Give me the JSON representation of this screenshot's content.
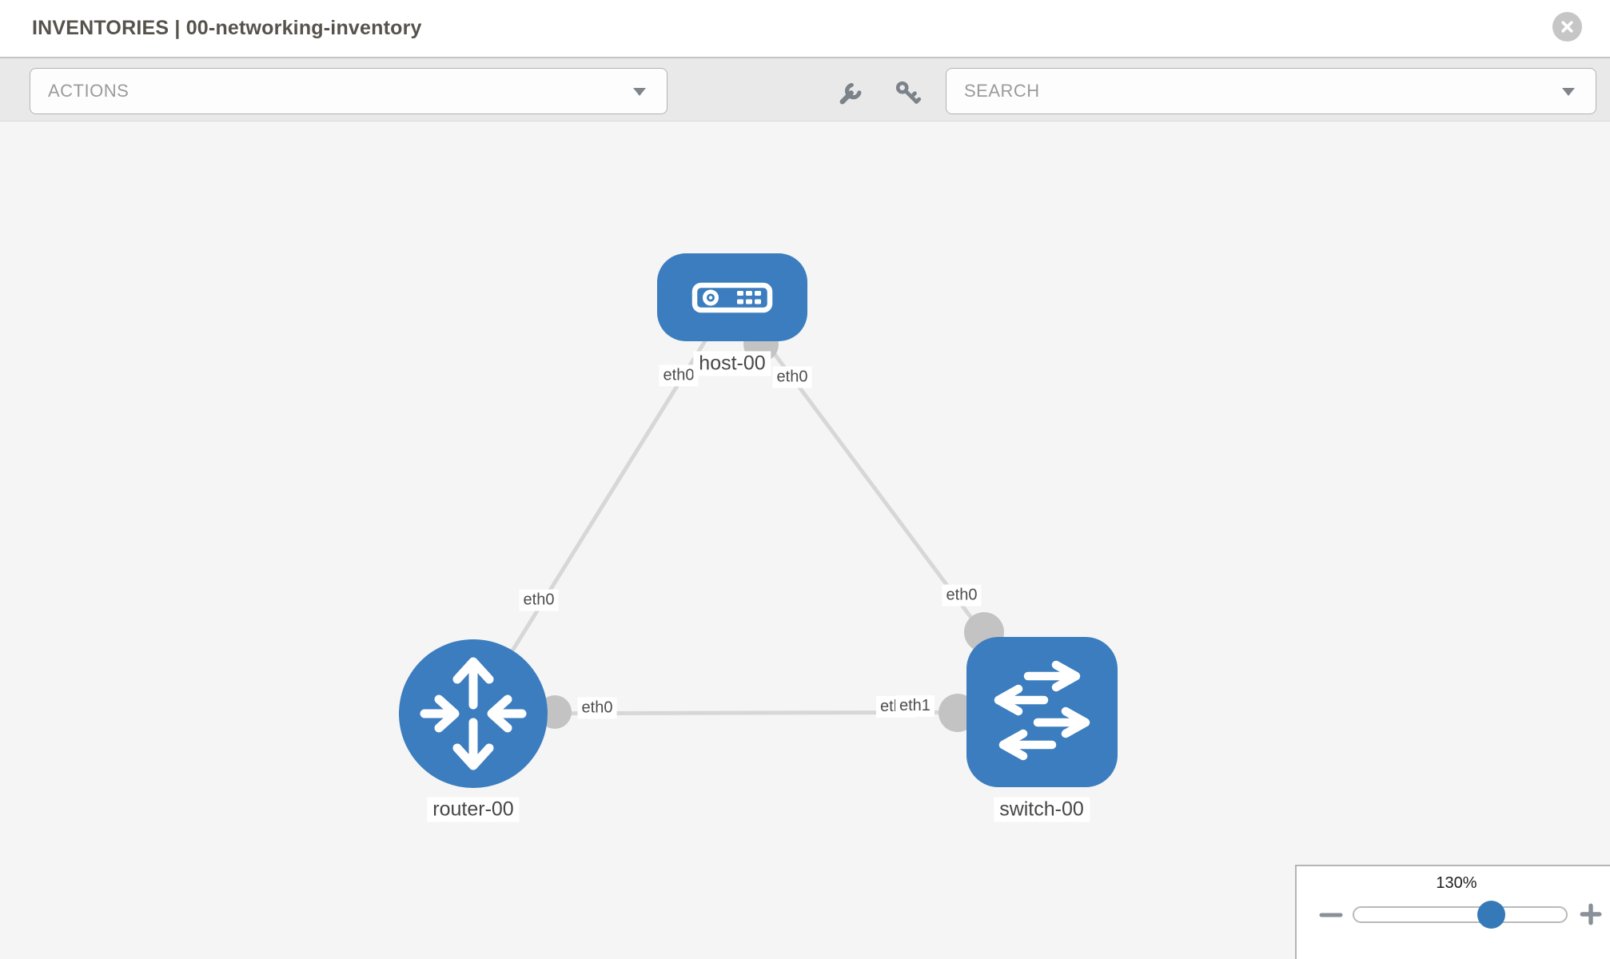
{
  "header": {
    "title": "INVENTORIES | 00-networking-inventory"
  },
  "toolbar": {
    "actions_label": "ACTIONS",
    "search_label": "SEARCH"
  },
  "topology": {
    "nodes": [
      {
        "name": "host-00",
        "type": "host"
      },
      {
        "name": "router-00",
        "type": "router"
      },
      {
        "name": "switch-00",
        "type": "switch"
      }
    ],
    "links": [
      {
        "from": "host-00",
        "from_interface": "eth0",
        "to": "router-00",
        "to_interface": "eth0"
      },
      {
        "from": "host-00",
        "from_interface": "eth0",
        "to": "switch-00",
        "to_interface": "eth0"
      },
      {
        "from": "router-00",
        "from_interface": "eth0",
        "to": "switch-00",
        "to_interface": "eth1",
        "to_interface_overlapped": "eth0"
      }
    ]
  },
  "zoom_control": {
    "level": "130%"
  },
  "colors": {
    "node_blue": "#3b7dbe",
    "slider_thumb_blue": "#3679b8",
    "link_gray": "#d7d7d7",
    "interface_dot_gray": "#c3c3c3",
    "canvas_bg": "#f5f5f5",
    "toolbar_bg": "#e9e9e9"
  }
}
